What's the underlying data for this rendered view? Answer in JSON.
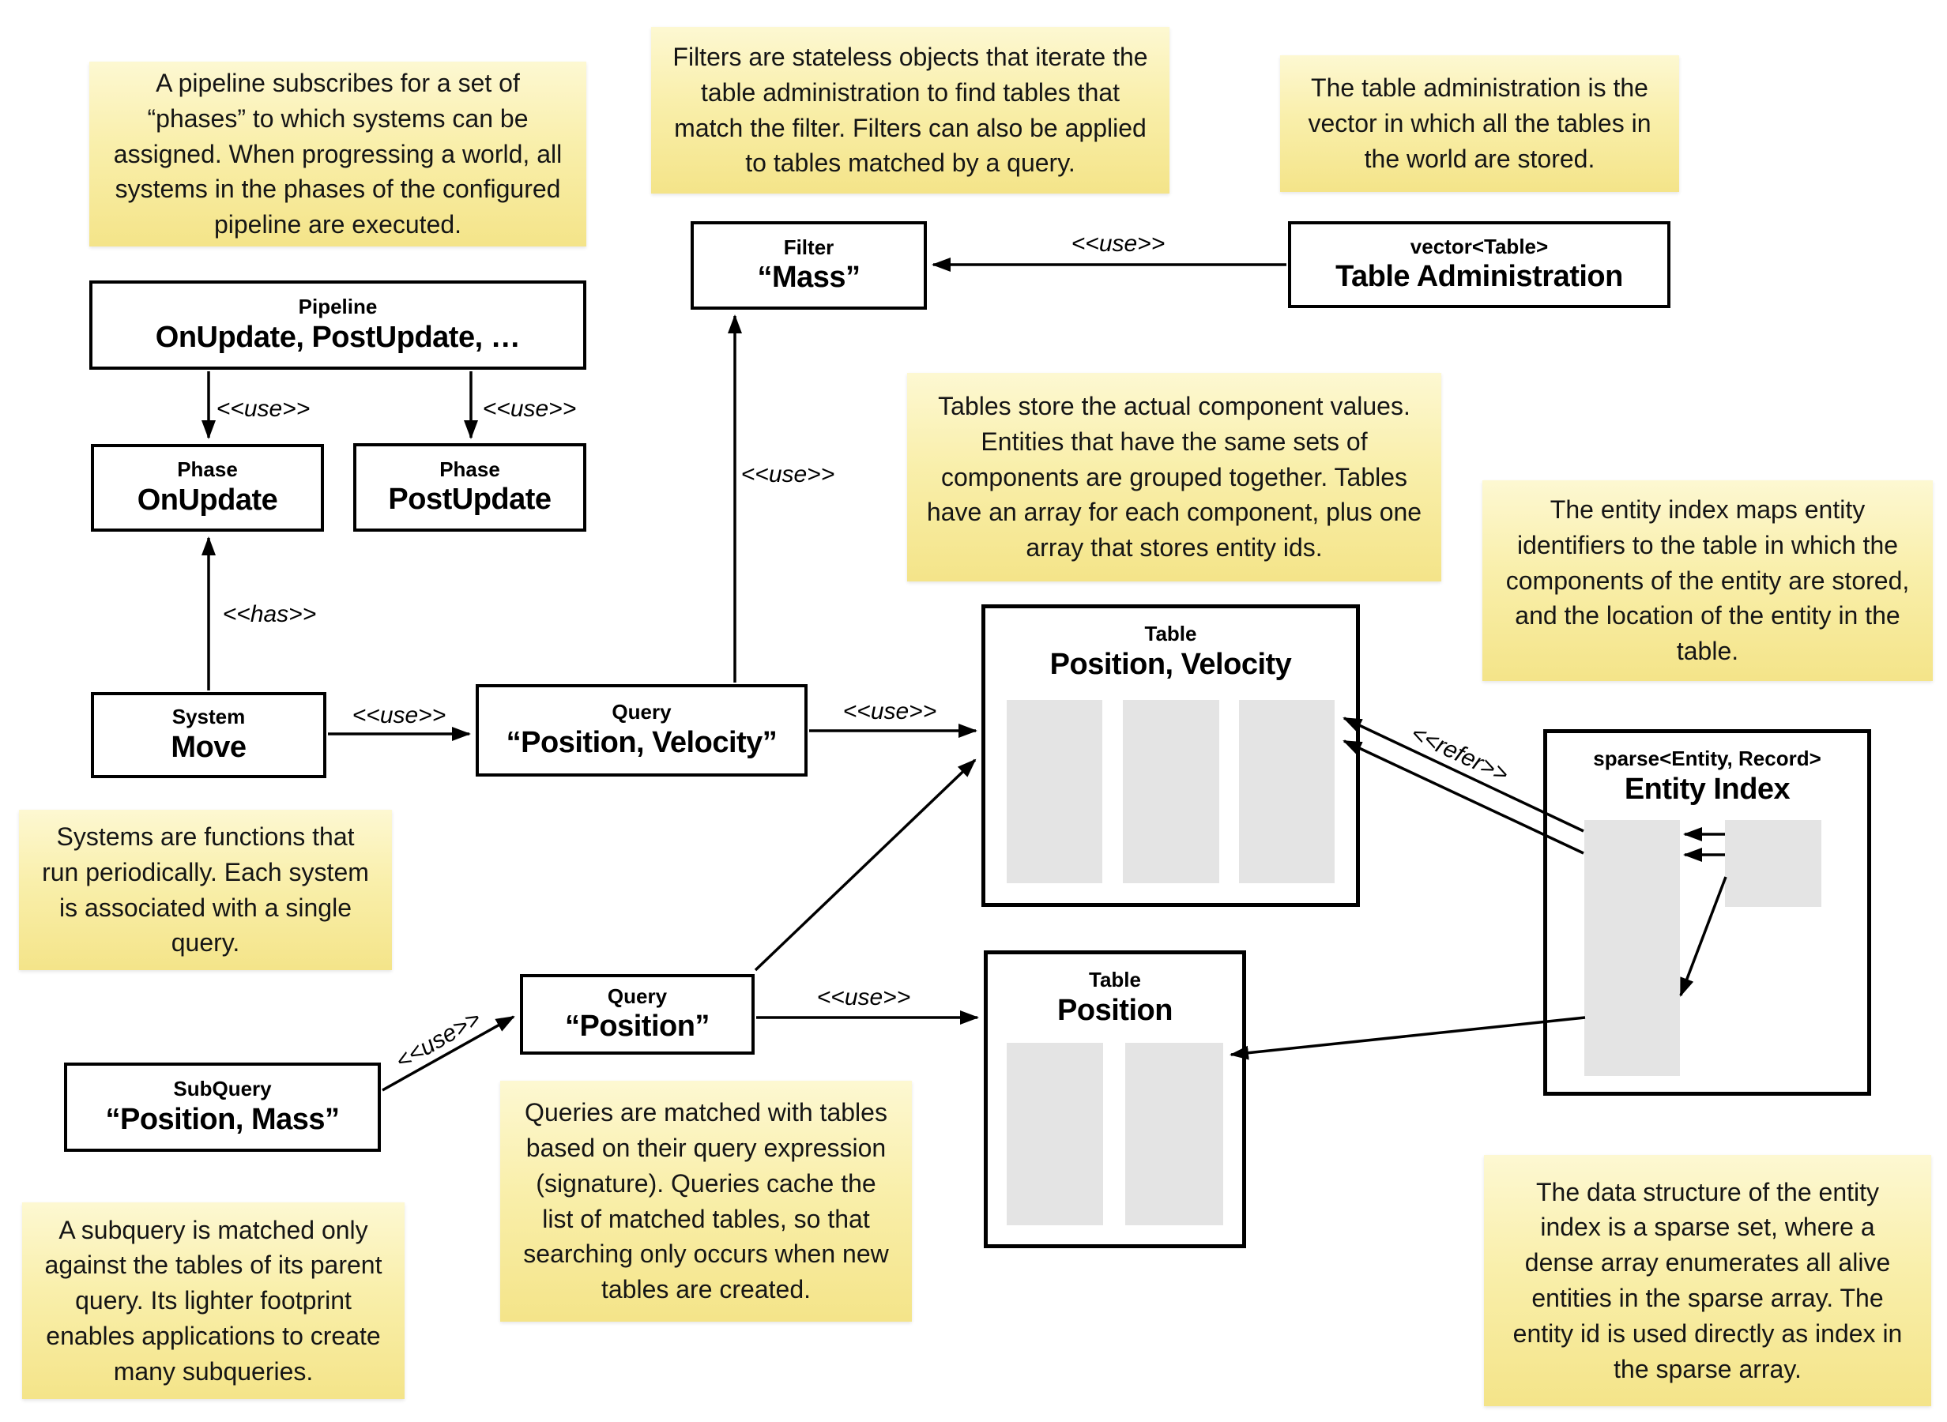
{
  "notes": {
    "pipeline": "A pipeline subscribes for a set of “phases” to which systems can be assigned. When progressing a world, all systems in the phases of the configured pipeline are executed.",
    "filters": "Filters are stateless objects that iterate the table administration to find tables that match the filter. Filters can also be applied to tables matched by a query.",
    "table_admin": "The table administration is the vector in which all the tables in the world are stored.",
    "tables": "Tables store the actual component values. Entities that have the same sets of components are grouped together. Tables have an array for each component, plus one array that stores entity ids.",
    "entity_index": "The entity index maps entity identifiers to the table in which the components of the entity are stored, and the location of the entity in the table.",
    "systems": "Systems are functions that run periodically. Each system is associated with a single query.",
    "queries": "Queries are matched with tables based on their query expression (signature). Queries cache the list of matched tables, so that searching only occurs when new tables are created.",
    "subquery": "A subquery is matched only against the tables of its parent query. Its lighter footprint enables applications to create many subqueries.",
    "sparse_set": "The data structure of the entity index is a sparse set, where a dense array enumerates all alive entities in the sparse array. The entity id is used directly as index in the sparse array."
  },
  "boxes": {
    "pipeline": {
      "title": "Pipeline",
      "value": "OnUpdate, PostUpdate, …"
    },
    "phase_onupdate": {
      "title": "Phase",
      "value": "OnUpdate"
    },
    "phase_postupdate": {
      "title": "Phase",
      "value": "PostUpdate"
    },
    "filter": {
      "title": "Filter",
      "value": "“Mass”"
    },
    "table_administration": {
      "title": "vector<Table>",
      "value": "Table Administration"
    },
    "system": {
      "title": "System",
      "value": "Move"
    },
    "query_position_velocity": {
      "title": "Query",
      "value": "“Position, Velocity”"
    },
    "query_position": {
      "title": "Query",
      "value": "“Position”"
    },
    "subquery": {
      "title": "SubQuery",
      "value": "“Position, Mass”"
    },
    "table_position_velocity": {
      "title": "Table",
      "value": "Position, Velocity"
    },
    "table_position": {
      "title": "Table",
      "value": "Position"
    },
    "entity_index": {
      "title": "sparse<Entity, Record>",
      "value": "Entity Index"
    }
  },
  "labels": {
    "use": "<<use>>",
    "has": "<<has>>",
    "refer": "<<refer>>"
  },
  "colors": {
    "note_top": "#fdf8d2",
    "note_bottom": "#f4e489",
    "array_fill": "#e4e4e4",
    "line": "#000000"
  }
}
